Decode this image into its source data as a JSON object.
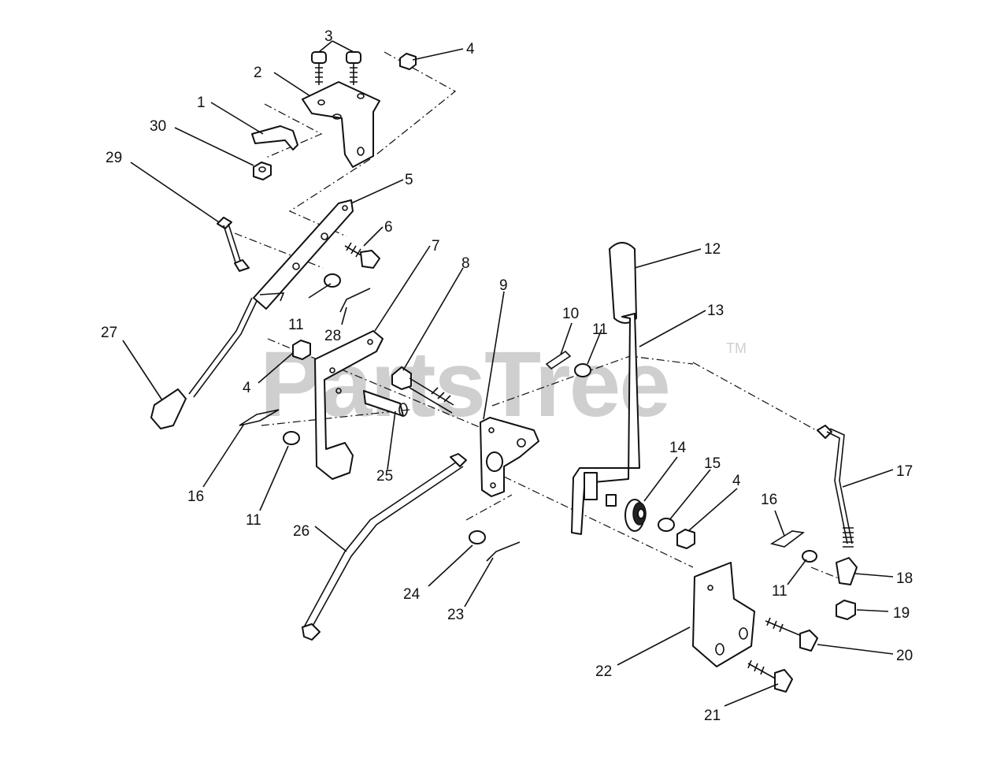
{
  "watermark": {
    "text": "PartsTree",
    "trademark": "TM"
  },
  "callouts": [
    "1",
    "2",
    "3",
    "4",
    "5",
    "6",
    "7",
    "8",
    "9",
    "10",
    "11",
    "12",
    "13",
    "14",
    "15",
    "16",
    "17",
    "18",
    "19",
    "20",
    "21",
    "22",
    "23",
    "24",
    "25",
    "26",
    "27",
    "28",
    "29",
    "30"
  ]
}
